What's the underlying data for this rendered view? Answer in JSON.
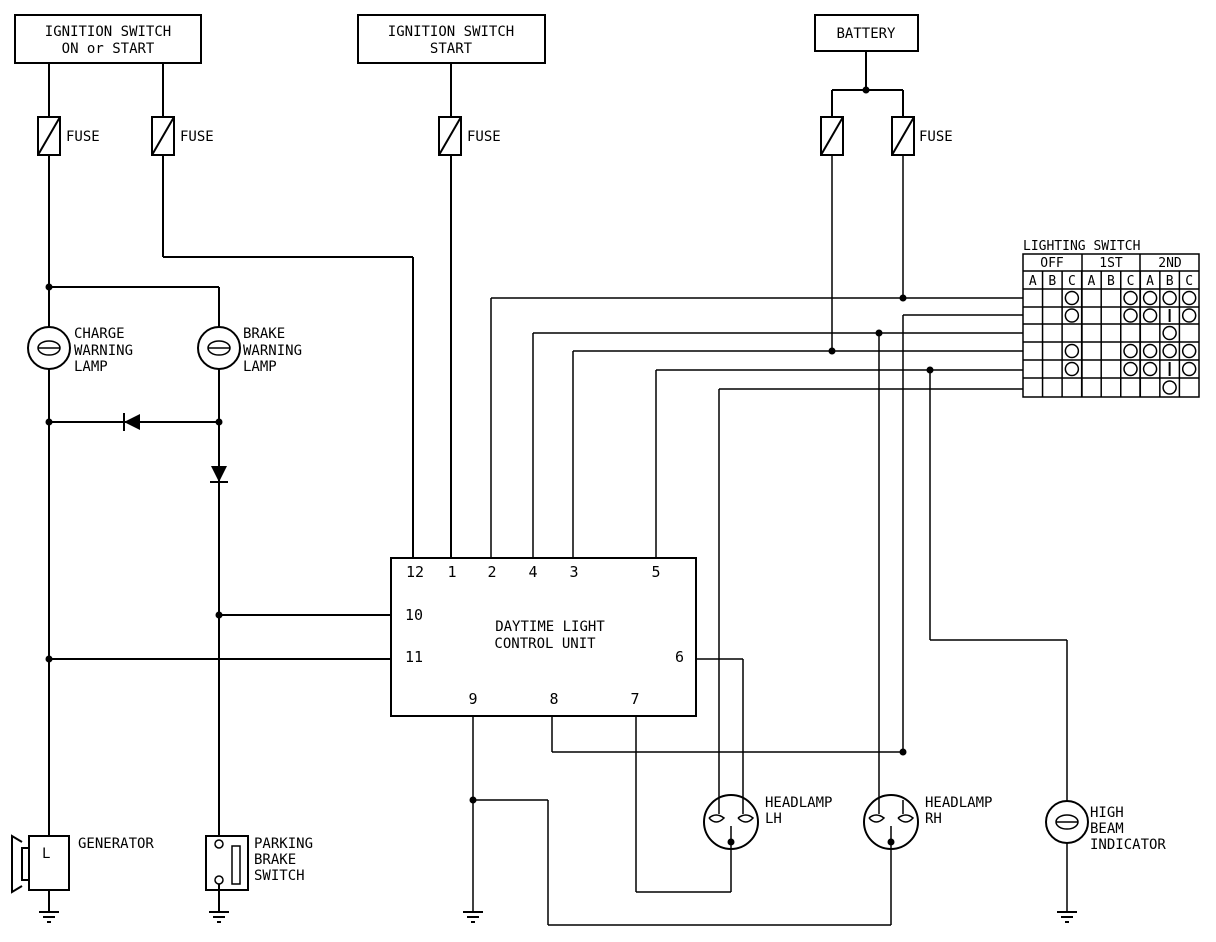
{
  "boxes": {
    "ign_on_start": [
      "IGNITION SWITCH",
      "ON or START"
    ],
    "ign_start": [
      "IGNITION SWITCH",
      "START"
    ],
    "battery": "BATTERY"
  },
  "fuse_label": "FUSE",
  "lamps": {
    "charge": [
      "CHARGE",
      "WARNING",
      "LAMP"
    ],
    "brake": [
      "BRAKE",
      "WARNING",
      "LAMP"
    ],
    "headlamp_lh": [
      "HEADLAMP",
      "LH"
    ],
    "headlamp_rh": [
      "HEADLAMP",
      "RH"
    ],
    "high_beam": [
      "HIGH",
      "BEAM",
      "INDICATOR"
    ]
  },
  "generator": {
    "label": "GENERATOR",
    "terminal": "L"
  },
  "parking_brake_switch": [
    "PARKING",
    "BRAKE",
    "SWITCH"
  ],
  "control_unit": {
    "title": [
      "DAYTIME LIGHT",
      "CONTROL UNIT"
    ],
    "pins": {
      "p12": "12",
      "p1": "1",
      "p2": "2",
      "p4": "4",
      "p3": "3",
      "p5": "5",
      "p10": "10",
      "p11": "11",
      "p6": "6",
      "p9": "9",
      "p8": "8",
      "p7": "7"
    }
  },
  "lighting_switch": {
    "title": "LIGHTING SWITCH",
    "positions": [
      "OFF",
      "1ST",
      "2ND"
    ],
    "columns": [
      "A",
      "B",
      "C",
      "A",
      "B",
      "C",
      "A",
      "B",
      "C"
    ]
  }
}
